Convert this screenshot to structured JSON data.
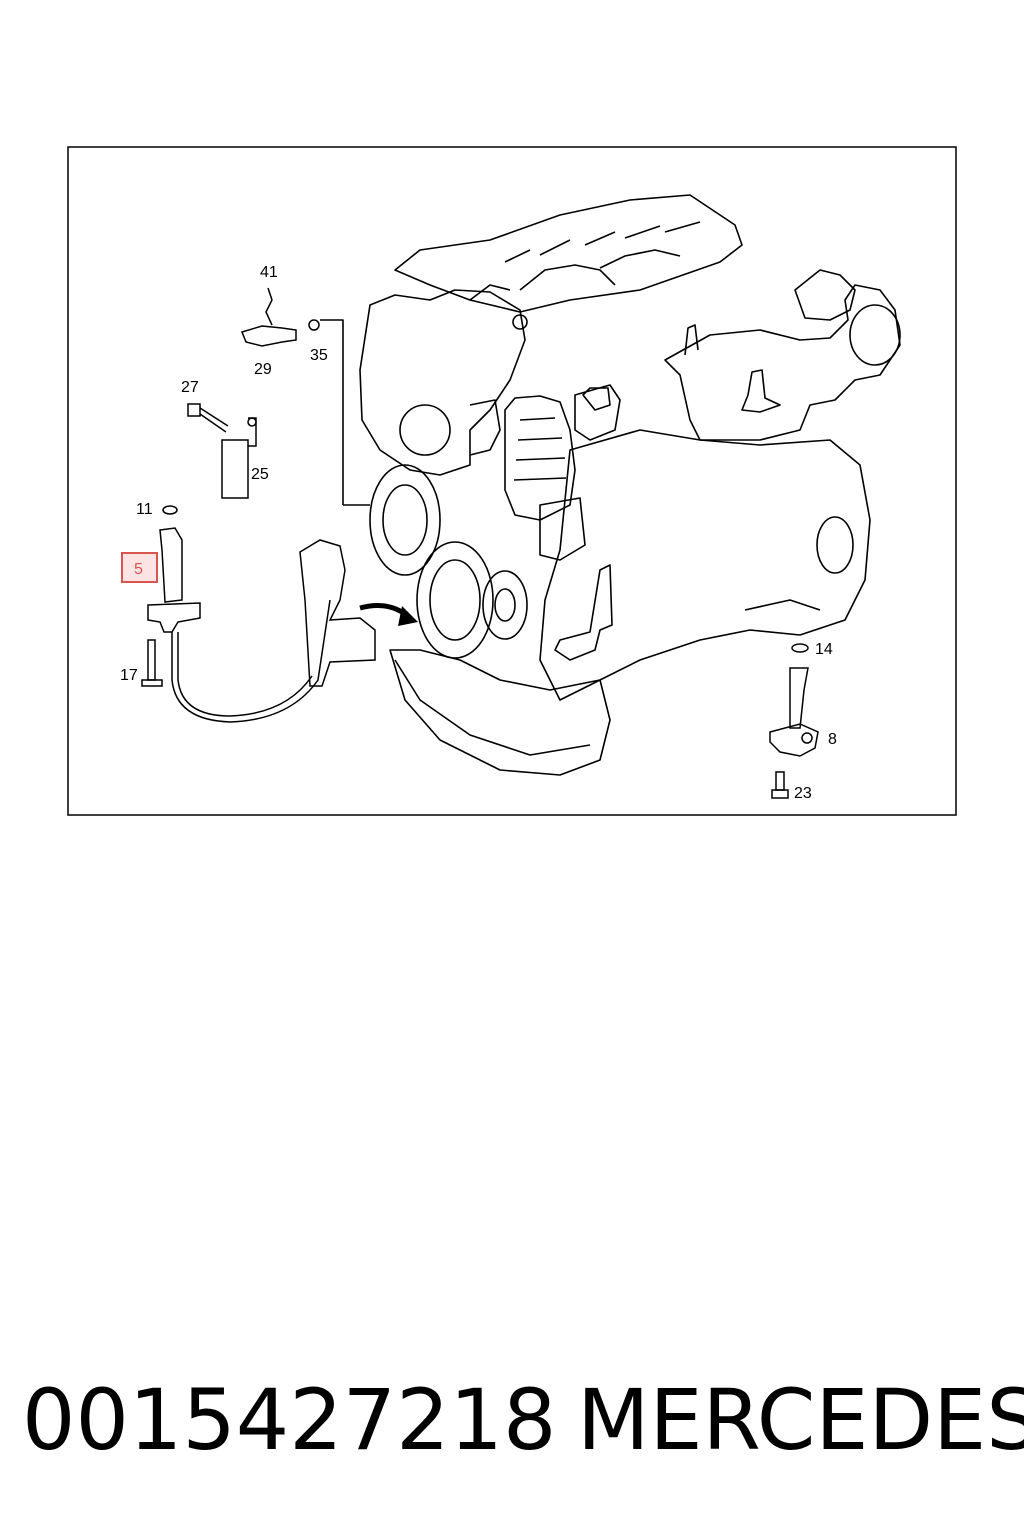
{
  "diagram": {
    "callouts": [
      "41",
      "29",
      "35",
      "27",
      "25",
      "11",
      "5",
      "17",
      "14",
      "8",
      "23"
    ],
    "highlighted_part": "5",
    "highlight_color": "#d9534f"
  },
  "caption": {
    "part_number": "0015427218",
    "brand": "MERCEDES"
  }
}
